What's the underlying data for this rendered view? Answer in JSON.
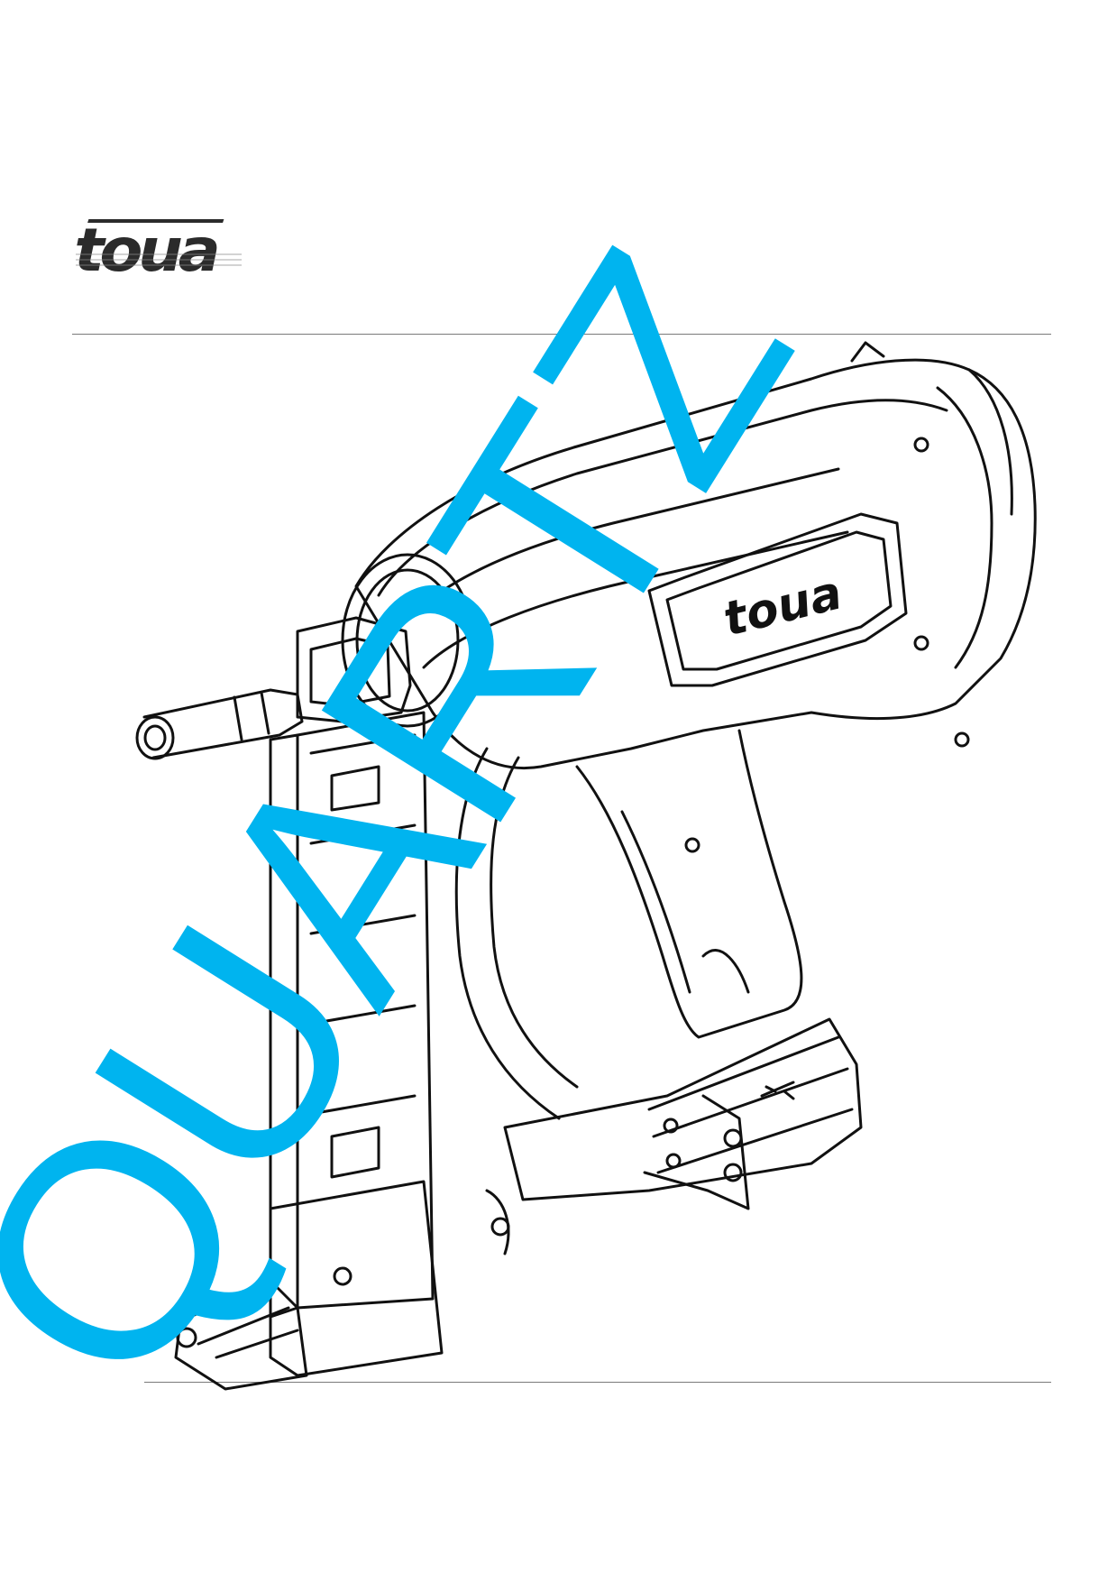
{
  "brand": {
    "name": "toua",
    "tool_badge": "toua"
  },
  "watermark": {
    "text": "QUARTZ",
    "color": "#00b4ef"
  },
  "colors": {
    "logo_dark": "#2b2b2b",
    "rule": "#7a7a7a",
    "line_art": "#111111",
    "background": "#ffffff"
  }
}
